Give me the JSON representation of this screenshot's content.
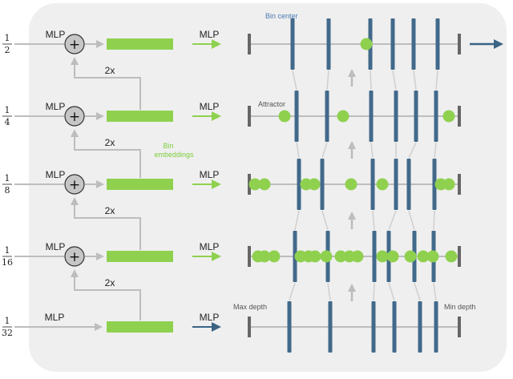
{
  "labels": {
    "mlp": "MLP",
    "two_x": "2x",
    "bin_center": "Bin center",
    "attractor": "Attractor",
    "bin_embeddings_line1": "Bin",
    "bin_embeddings_line2": "embeddings",
    "max_depth": "Max depth",
    "min_depth": "Min depth"
  },
  "scales": [
    {
      "num": "1",
      "den": "2"
    },
    {
      "num": "1",
      "den": "4"
    },
    {
      "num": "1",
      "den": "8"
    },
    {
      "num": "1",
      "den": "16"
    },
    {
      "num": "1",
      "den": "32"
    }
  ],
  "colors": {
    "panel": "#efefef",
    "green": "#8fd14f",
    "bin_bar": "#41698a",
    "arrow_gray": "#bdbdbd",
    "arrow_blue": "#3a6485",
    "axis": "#bdbdbd",
    "end_cap": "#666666"
  }
}
